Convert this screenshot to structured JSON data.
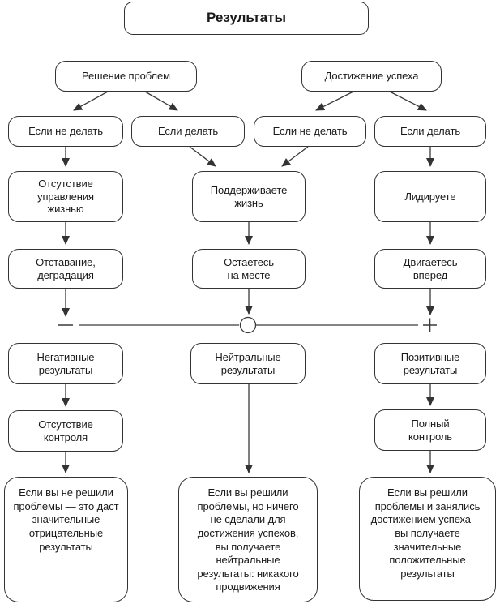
{
  "title": "Результаты",
  "branches": {
    "problem_solving": "Решение проблем",
    "success_achievement": "Достижение успеха"
  },
  "conditions": {
    "problem_not_do": "Если не делать",
    "problem_do": "Если делать",
    "success_not_do": "Если не делать",
    "success_do": "Если делать"
  },
  "states": {
    "no_life_management": "Отсутствие\nуправления\nжизнью",
    "maintain_life": "Поддерживаете\nжизнь",
    "leading": "Лидируете",
    "lagging_degradation": "Отставание,\nдеградация",
    "stay_in_place": "Остаетесь\nна месте",
    "move_forward": "Двигаетесь\nвперед"
  },
  "axis": {
    "negative_sign": "−",
    "neutral_sign": "○",
    "positive_sign": "+"
  },
  "results": {
    "negative": "Негативные\nрезультаты",
    "neutral": "Нейтральные\nрезультаты",
    "positive": "Позитивные\nрезультаты"
  },
  "control": {
    "no_control": "Отсутствие\nконтроля",
    "full_control": "Полный\nконтроль"
  },
  "outcomes": {
    "negative": "Если вы не решили\nпроблемы — это даст\nзначительные\nотрицательные\nрезультаты",
    "neutral": "Если вы решили\nпроблемы, но ничего\nне сделали для\nдостижения успехов,\nвы получаете\nнейтральные\nрезультаты: никакого\nпродвижения",
    "positive": "Если вы решили\nпроблемы и занялись\nдостижением успеха —\nвы получаете\nзначительные\nположительные\nрезультаты"
  }
}
